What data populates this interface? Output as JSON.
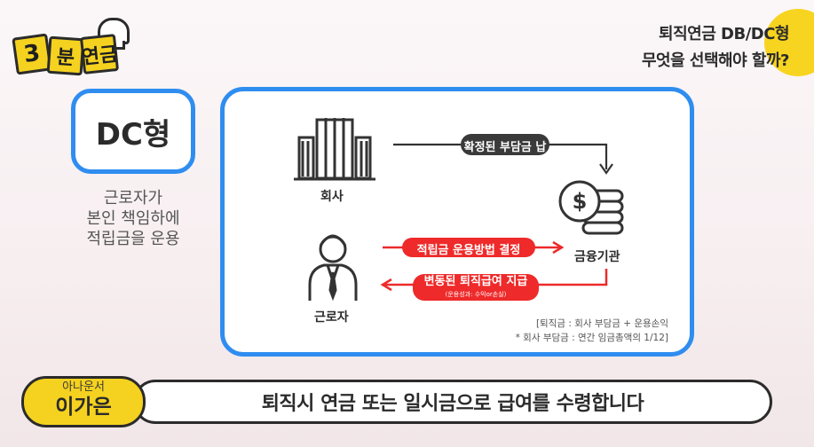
{
  "logo": {
    "chars": [
      "3",
      "분",
      "연",
      "금"
    ]
  },
  "header": {
    "line1": "퇴직연금 DB/DC형",
    "line2": "무엇을 선택해야 할까?"
  },
  "plan": {
    "type_label": "DC형",
    "description": [
      "근로자가",
      "본인 책임하에",
      "적립금을 운용"
    ]
  },
  "diagram": {
    "company_label": "회사",
    "worker_label": "근로자",
    "institution_label": "금융기관",
    "flows": [
      {
        "label": "확정된 부담금 납부"
      },
      {
        "label": "적립금 운용방법 결정"
      },
      {
        "label": "변동된 퇴직급여 지급",
        "sub": "(운용성과: 수익or손실)"
      }
    ],
    "notes": [
      "[퇴직금 : 회사 부담금 + 운용손익",
      "* 회사 부담금 : 연간 임금총액의 1/12]"
    ],
    "colors": {
      "dark_pill": "#3a3a3a",
      "red_pill": "#ee2a2a",
      "accent_blue": "#2f8df0"
    }
  },
  "presenter": {
    "role": "아나운서",
    "name": "이가은"
  },
  "caption": "퇴직시 연금 또는 일시금으로 급여를 수령합니다"
}
